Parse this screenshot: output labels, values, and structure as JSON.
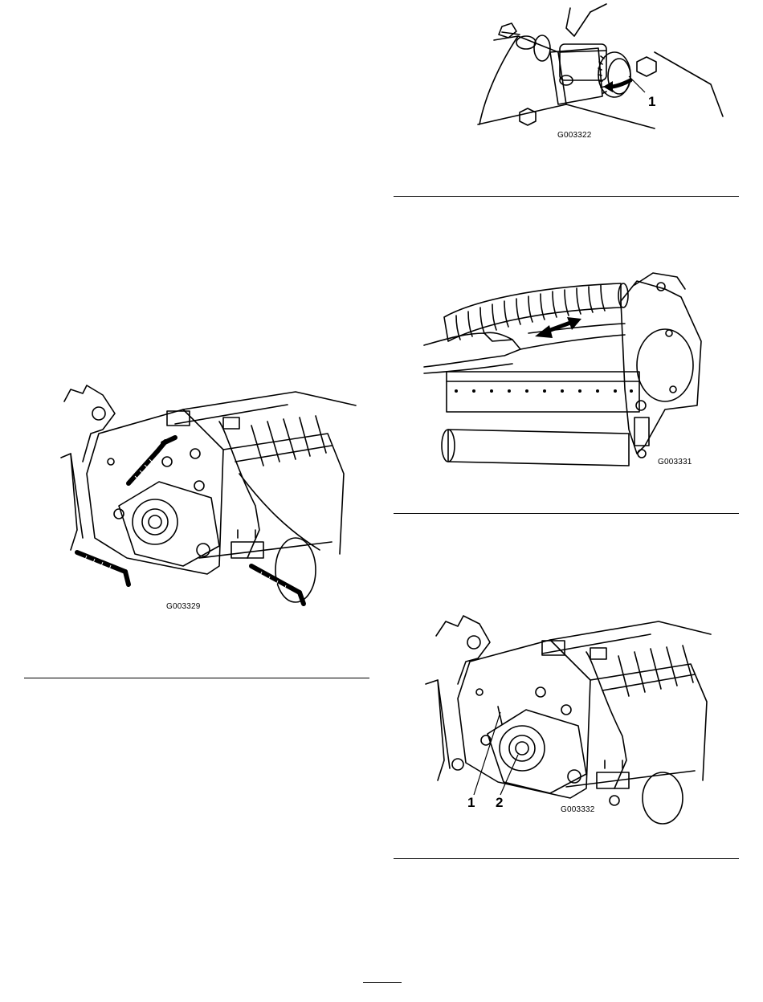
{
  "figures": {
    "top_right": {
      "code": "G003322",
      "callouts": [
        "1"
      ]
    },
    "left": {
      "code": "G003329"
    },
    "middle_right": {
      "code": "G003331"
    },
    "bottom_right": {
      "code": "G003332",
      "callouts": [
        "1",
        "2"
      ]
    }
  }
}
